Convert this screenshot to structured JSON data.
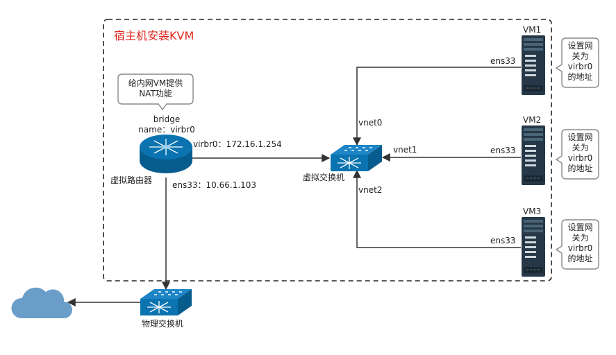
{
  "host": {
    "title": "宿主机安装KVM"
  },
  "note_nat": {
    "line1": "给内网VM提供",
    "line2": "NAT功能"
  },
  "bridge": {
    "line1": "bridge",
    "line2": "name：virbr0"
  },
  "router": {
    "label": "虚拟路由器",
    "virbr0_ip": "virbr0：172.16.1.254",
    "ens33_ip": "ens33：10.66.1.103"
  },
  "vswitch": {
    "label": "虚拟交换机",
    "vnet0": "vnet0",
    "vnet1": "vnet1",
    "vnet2": "vnet2"
  },
  "pswitch": {
    "label": "物理交换机"
  },
  "vms": [
    {
      "name": "VM1",
      "iface": "ens33",
      "note": [
        "设置网",
        "关为",
        "virbr0",
        "的地址"
      ]
    },
    {
      "name": "VM2",
      "iface": "ens33",
      "note": [
        "设置网",
        "关为",
        "virbr0",
        "的地址"
      ]
    },
    {
      "name": "VM3",
      "iface": "ens33",
      "note": [
        "设置网",
        "关为",
        "virbr0",
        "的地址"
      ]
    }
  ],
  "colors": {
    "title": "#e0261c",
    "device_blue": "#0a73b0",
    "server_dark": "#263847",
    "cloud": "#6a9ec9"
  },
  "icons": [
    "router-icon",
    "virtual-switch-icon",
    "physical-switch-icon",
    "server-icon",
    "cloud-icon"
  ]
}
